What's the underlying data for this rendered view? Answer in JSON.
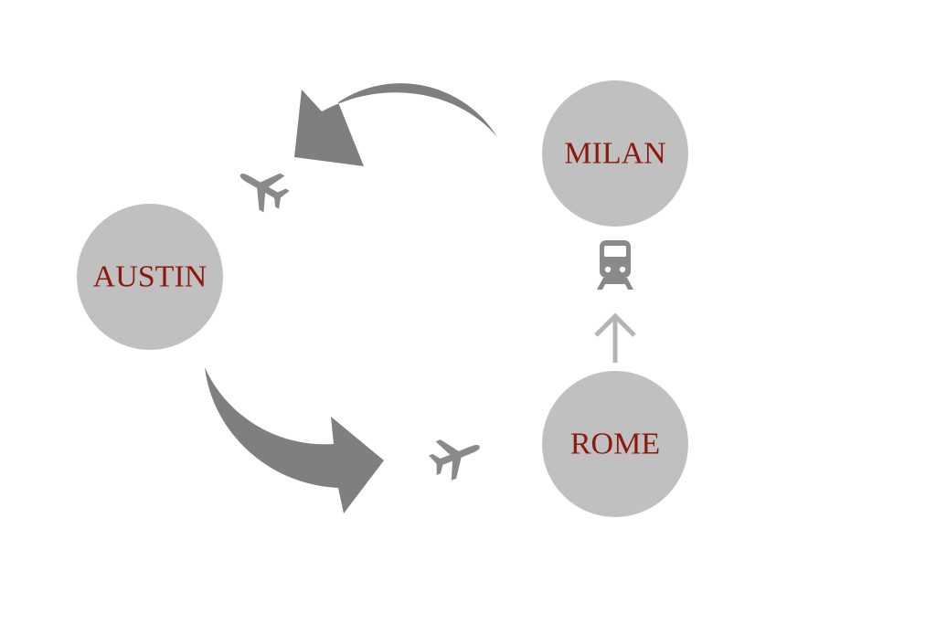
{
  "colors": {
    "background": "#ffffff",
    "circle": "#c0c0c0",
    "label": "#8b1a0e",
    "big_arrow": "#7f7f7f",
    "icon": "#8a8a8a",
    "thin_arrow": "#b5b5b5"
  },
  "nodes": {
    "austin": {
      "label": "AUSTIN"
    },
    "milan": {
      "label": "MILAN"
    },
    "rome": {
      "label": "ROME"
    }
  },
  "connections": [
    {
      "from": "MILAN",
      "to": "AUSTIN",
      "mode": "plane",
      "icon": "airplane-icon"
    },
    {
      "from": "AUSTIN",
      "to": "ROME",
      "mode": "plane",
      "icon": "airplane-icon"
    },
    {
      "from": "ROME",
      "to": "MILAN",
      "mode": "train",
      "icon": "train-icon"
    }
  ]
}
